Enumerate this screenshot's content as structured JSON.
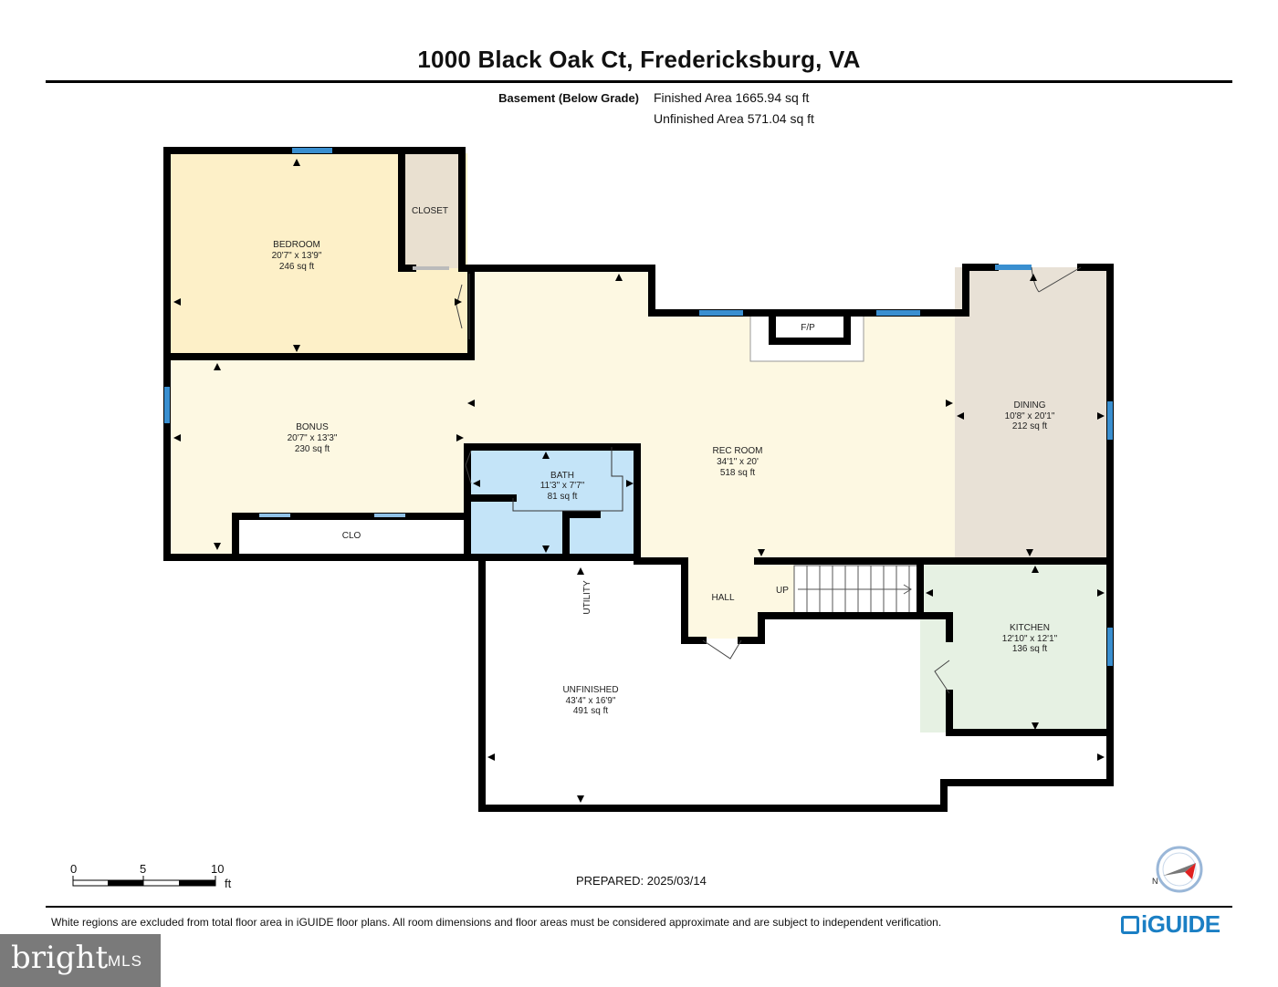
{
  "title": "1000 Black Oak Ct, Fredericksburg, VA",
  "level": {
    "name": "Basement (Below Grade)",
    "finished_area": "Finished Area 1665.94 sq ft",
    "unfinished_area": "Unfinished Area 571.04 sq ft"
  },
  "rooms": {
    "bedroom": {
      "name": "BEDROOM",
      "dims": "20'7\" x 13'9\"",
      "area": "246 sq ft"
    },
    "closet": {
      "name": "CLOSET"
    },
    "bonus": {
      "name": "BONUS",
      "dims": "20'7\" x 13'3\"",
      "area": "230 sq ft"
    },
    "clo": {
      "name": "CLO"
    },
    "rec_room": {
      "name": "REC ROOM",
      "dims": "34'1\" x 20'",
      "area": "518 sq ft"
    },
    "fireplace": {
      "name": "F/P"
    },
    "bath": {
      "name": "BATH",
      "dims": "11'3\" x 7'7\"",
      "area": "81 sq ft"
    },
    "dining": {
      "name": "DINING",
      "dims": "10'8\" x 20'1\"",
      "area": "212 sq ft"
    },
    "kitchen": {
      "name": "KITCHEN",
      "dims": "12'10\" x 12'1\"",
      "area": "136 sq ft"
    },
    "hall": {
      "name": "HALL"
    },
    "up": {
      "name": "UP"
    },
    "utility": {
      "name": "UTILITY"
    },
    "unfinished": {
      "name": "UNFINISHED",
      "dims": "43'4\" x 16'9\"",
      "area": "491 sq ft"
    }
  },
  "scale": {
    "t0": "0",
    "t5": "5",
    "t10": "10",
    "unit": "ft"
  },
  "compass": {
    "north": "N"
  },
  "prepared": "PREPARED: 2025/03/14",
  "disclaimer": "White regions are excluded from total floor area in iGUIDE floor plans. All room dimensions and floor areas must be considered approximate and are subject to independent verification.",
  "logo": "iGUIDE",
  "watermark": {
    "brand": "bright",
    "suffix": "MLS"
  },
  "colors": {
    "bedroom": "#fdf0c8",
    "closet": "#e9e0d0",
    "bonus": "#fdf8e2",
    "rec_room": "#fdf8e2",
    "bath": "#c4e4f8",
    "dining": "#e8e1d6",
    "kitchen": "#e6f1e3",
    "window": "#3a8fd0"
  }
}
